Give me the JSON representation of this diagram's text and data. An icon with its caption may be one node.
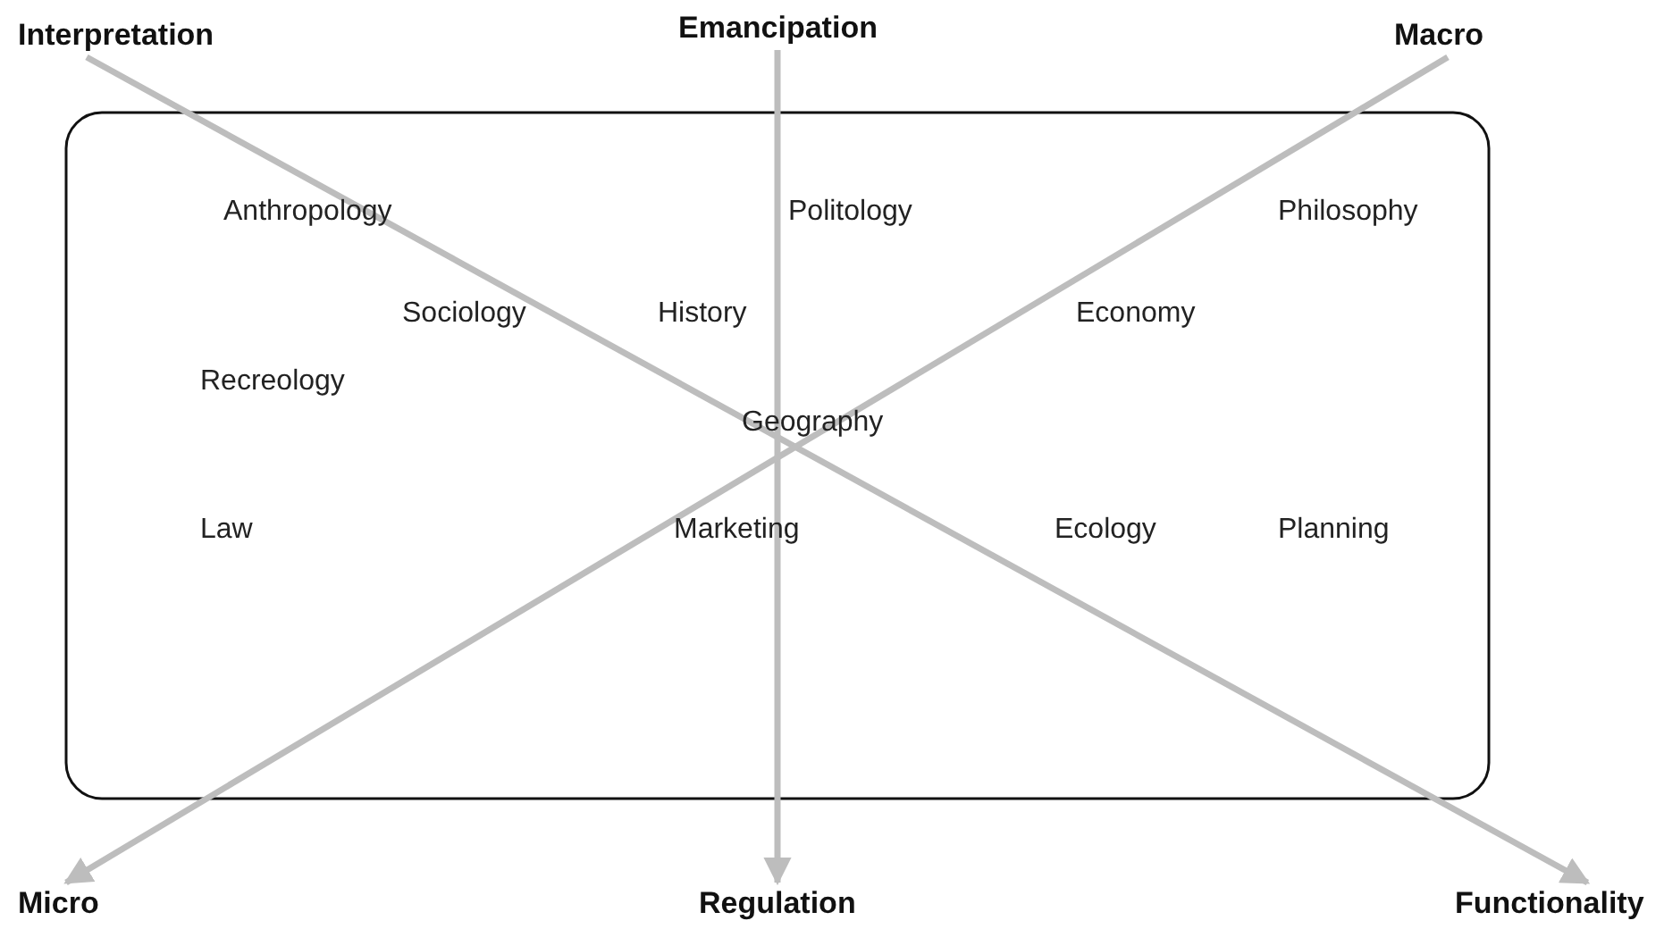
{
  "diagram": {
    "nodes": [
      {
        "text": [
          "Interpretation"
        ]
      },
      {
        "text": [
          "Emancipation"
        ]
      },
      {
        "text": [
          "Macro"
        ]
      },
      {
        "text": [
          "Micro"
        ]
      },
      {
        "text": [
          "Regulation"
        ]
      },
      {
        "text": [
          "Functionality"
        ]
      }
    ],
    "edges": [
      {
        "from": 0,
        "to": 5,
        "arrow": "to"
      },
      {
        "from": 1,
        "to": 4,
        "arrow": "to"
      },
      {
        "from": 2,
        "to": 3,
        "arrow": "to"
      }
    ],
    "labels": [
      "Anthropology",
      "Politology",
      "Philosophy",
      "Sociology",
      "History",
      "Economy",
      "Recreology",
      "Geography",
      "Law",
      "Marketing",
      "Ecology",
      "Planning"
    ]
  }
}
